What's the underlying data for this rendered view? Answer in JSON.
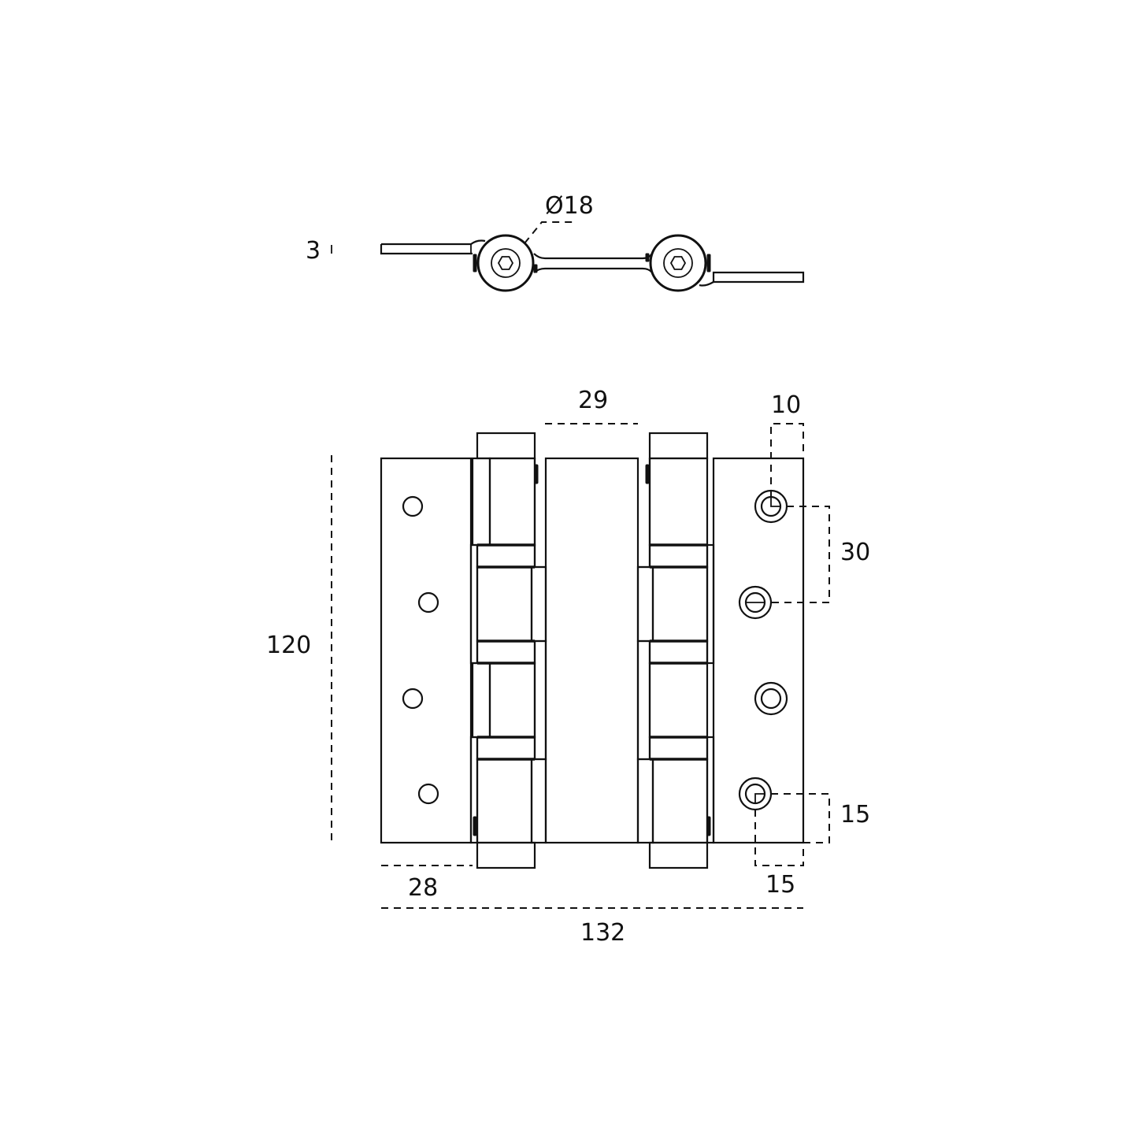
{
  "drawing": {
    "subject": "double-action spring hinge technical drawing",
    "units": "mm",
    "colors": {
      "line": "#111111",
      "background": "#ffffff"
    },
    "top_view": {
      "dimensions": {
        "thickness": "3",
        "barrel_diameter": "Ø18"
      }
    },
    "front_view": {
      "dimensions": {
        "height": "120",
        "center_leaf_width": "29",
        "hole_edge_offset_top": "10",
        "hole_spacing": "30",
        "hole_bottom_offset_vertical": "15",
        "hole_side_offset_horizontal": "15",
        "outer_leaf_width": "28",
        "overall_width": "132"
      },
      "left_leaf_holes": 4,
      "right_leaf_countersunk_holes": 4
    }
  }
}
